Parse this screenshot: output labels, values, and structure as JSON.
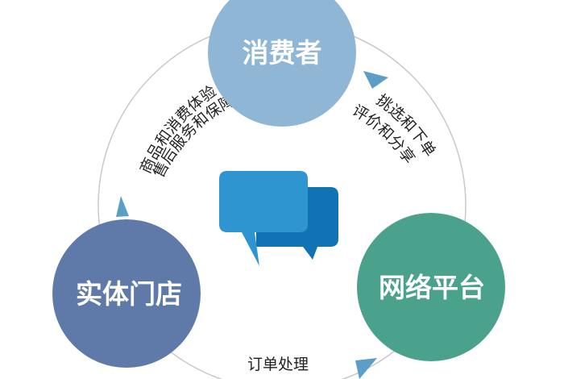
{
  "colors": {
    "consumer": "#8fb6d4",
    "store": "#5f7aa9",
    "platform": "#4aa28d",
    "ring": "#c9c9c9",
    "arrow": "#5d9ec6",
    "chat_primary": "#2f95d0",
    "chat_secondary": "#1273b4"
  },
  "nodes": {
    "consumer": "消费者",
    "store": "实体门店",
    "platform": "网络平台"
  },
  "edges": {
    "consumer_to_platform_1": "挑选和下单",
    "consumer_to_platform_2": "评价和分享",
    "platform_to_store": "订单处理",
    "store_to_consumer_1": "商品和消费体验",
    "store_to_consumer_2": "售后服务和保障"
  },
  "icons": {
    "center": "chat-bubbles-icon",
    "arrowheads": "arrow-head-icon"
  }
}
